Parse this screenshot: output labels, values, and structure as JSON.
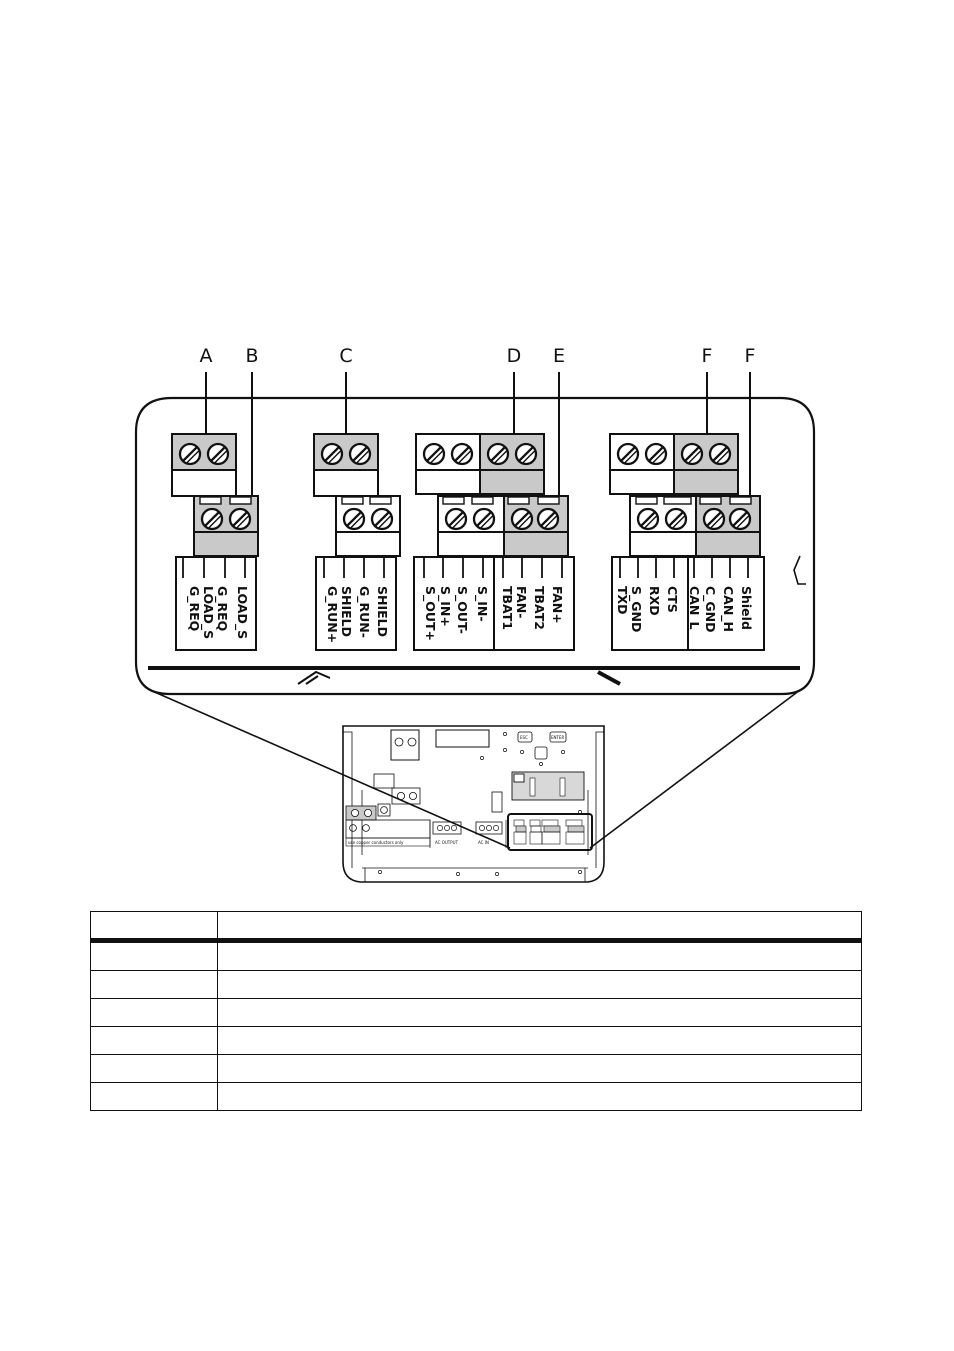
{
  "callouts": [
    "A",
    "B",
    "C",
    "D",
    "E",
    "F",
    "F"
  ],
  "terminal_groups": {
    "genstart": [
      "G_REQ",
      "G_REQ",
      "LOAD_S",
      "LOAD_S"
    ],
    "gen_run": [
      "G_RUN+",
      "SHIELD",
      "G_RUN-",
      "SHIELD"
    ],
    "sensor": [
      "S_OUT+",
      "S_IN+",
      "S_OUT-",
      "S_IN-"
    ],
    "battery_fan": [
      "TBAT1",
      "FAN-",
      "TBAT2",
      "FAN+"
    ],
    "serial": [
      "TXD",
      "S_GND",
      "RXD",
      "CTS"
    ],
    "can": [
      "CAN_L",
      "C_GND",
      "CAN_H",
      "Shield"
    ]
  },
  "inverter_labels": {
    "dc_note": "use copper conductors only",
    "ac_output": "AC OUTPUT",
    "ac_input": "AC IN",
    "button_1": "ESC",
    "button_2": "ENTER"
  },
  "table": {
    "columns": [
      "",
      ""
    ],
    "rows": [
      [
        "",
        ""
      ],
      [
        "",
        ""
      ],
      [
        "",
        ""
      ],
      [
        "",
        ""
      ],
      [
        "",
        ""
      ],
      [
        "",
        ""
      ]
    ]
  }
}
